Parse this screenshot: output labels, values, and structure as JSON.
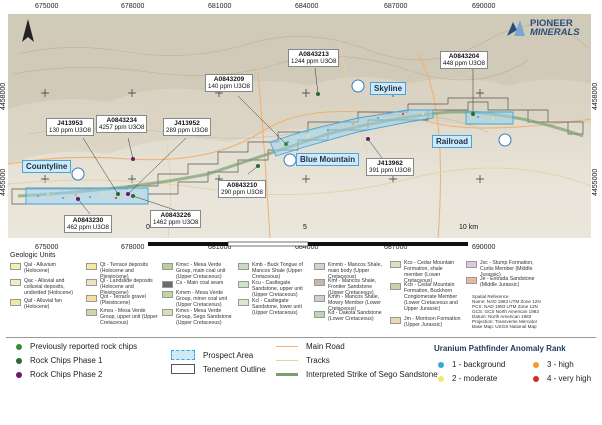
{
  "logo": {
    "line1": "PIONEER",
    "line2": "MINERALS"
  },
  "coordinates": {
    "top_x": [
      "675000",
      "678000",
      "681000",
      "684000",
      "687000",
      "690000"
    ],
    "bottom_x": [
      "675000",
      "678000",
      "681000",
      "684000",
      "687000",
      "690000"
    ],
    "left_y": [
      "4458000",
      "4455000"
    ],
    "right_y": [
      "4458000",
      "4455000"
    ]
  },
  "samples": [
    {
      "id": "J413953",
      "value": "130 ppm U3O8"
    },
    {
      "id": "A0843234",
      "value": "4257 ppm U3O8"
    },
    {
      "id": "J413952",
      "value": "289 ppm U3O8"
    },
    {
      "id": "A0843209",
      "value": "140 ppm U3O8"
    },
    {
      "id": "A0843213",
      "value": "1244 ppm U3O8"
    },
    {
      "id": "A0843204",
      "value": "448 ppm U3O8"
    },
    {
      "id": "A0843210",
      "value": "290 ppm U3O8"
    },
    {
      "id": "J413962",
      "value": "391 ppm U3O8"
    },
    {
      "id": "A0843230",
      "value": "462 ppm U3O8"
    },
    {
      "id": "A0843226",
      "value": "1462 ppm U3O8"
    }
  ],
  "places": [
    "Countyline",
    "Skyline",
    "Blue Mountain",
    "Railroad"
  ],
  "scale": {
    "start": "0",
    "mid": "5",
    "end": "10 km"
  },
  "geologic_units": {
    "title": "Geologic Units",
    "items": [
      {
        "label": "Qal - Alluvium (Holocene)",
        "color": "#f4efb0"
      },
      {
        "label": "Qac - Alluvial and colluvial deposits, undivided (Holocene)",
        "color": "#f6ecc4"
      },
      {
        "label": "Qaf - Alluvial fan (Holocene)",
        "color": "#f1e7a4"
      },
      {
        "label": "Qt - Terrace deposits (Holocene and Pleistocene)",
        "color": "#f8e9a0"
      },
      {
        "label": "Ql - Landslide deposits (Holocene and Pleistocene)",
        "color": "#efe2c0"
      },
      {
        "label": "Qot - Terrace gravel (Pleistocene)",
        "color": "#f3dfa0"
      },
      {
        "label": "Kmvu - Mesa Verde Group, upper unit (Upper Cretaceous)",
        "color": "#c9d9a8"
      },
      {
        "label": "Kmvc - Mesa Verde Group, main coal unit (Upper Cretaceous)",
        "color": "#b8cf98"
      },
      {
        "label": "Cs - Main coal seam",
        "color": "#6b6b6b"
      },
      {
        "label": "Kmvm - Mesa Verde Group, minor coal unit (Upper Cretaceous)",
        "color": "#c2d6a0"
      },
      {
        "label": "Kmvs - Mesa Verde Group, Sego Sandstone (Upper Cretaceous)",
        "color": "#d4e0b8"
      },
      {
        "label": "Kmb - Buck Tongue of Mancos Shale (Upper Cretaceous)",
        "color": "#c8dcc0"
      },
      {
        "label": "Kcu - Castlegate Sandstone, upper unit (Upper Cretaceous)",
        "color": "#cfe3c8"
      },
      {
        "label": "Kcl - Castlegate Sandstone, lower unit (Upper Cretaceous)",
        "color": "#d8e8d0"
      },
      {
        "label": "Kmmb - Mancos Shale, main body (Upper Cretaceous)",
        "color": "#dcd0c4"
      },
      {
        "label": "Kmf - Mancos Shale, Frontier Sandstone (Upper Cretaceous)",
        "color": "#c9b8a8"
      },
      {
        "label": "Kmm - Mancos Shale, Mowry Member (Lower Cretaceous)",
        "color": "#d6c8d4"
      },
      {
        "label": "Kd - Dakota Sandstone (Lower Cretaceous)",
        "color": "#b8d8b0"
      },
      {
        "label": "Kcs - Cedar Mountain Formation, shale member (Lower Cretaceous)",
        "color": "#d8e4c0"
      },
      {
        "label": "Kcb - Cedar Mountain Formation, Buckhorn Conglomerate Member (Lower Cretaceous and Upper Jurassic)",
        "color": "#c4d4a4"
      },
      {
        "label": "Jm - Morrison Formation (Upper Jurassic)",
        "color": "#e8d8b8"
      },
      {
        "label": "Jsc - Stump Formation, Curtis Member (Middle Jurassic)",
        "color": "#dccbe0"
      },
      {
        "label": "Je - Entrada Sandstone (Middle Jurassic)",
        "color": "#e6b8a0"
      }
    ]
  },
  "spatial_reference": [
    "Spatial Reference",
    "Name: NAD 1983 UTM Zone 12N",
    "PCS: NAD 1983 UTM Zone 12N",
    "GCS: GCS North American 1983",
    "Datum: North American 1983",
    "Projection: Transverse Mercator",
    "Base Map: USGS National Map"
  ],
  "legend": {
    "previous": "Previously reported rock chips",
    "phase1": "Rock Chips Phase 1",
    "phase2": "Rock Chips Phase 2",
    "prospect": "Prospect Area",
    "tenement": "Tenement Outline",
    "main_road": "Main Road",
    "tracks": "Tracks",
    "strike": "Interpreted Strike of Sego Sandstone",
    "rank_title": "Uranium Pathfinder Anomaly Rank",
    "ranks": [
      {
        "label": "1 - background",
        "color": "#3aa7d8"
      },
      {
        "label": "2 - moderate",
        "color": "#f2ea6a"
      },
      {
        "label": "3 - high",
        "color": "#f29a2e"
      },
      {
        "label": "4 - very high",
        "color": "#d42a2a"
      }
    ]
  },
  "colors": {
    "previous_dot": "#3a8a3a",
    "phase1_dot": "#2a6a2a",
    "phase2_dot": "#6a1a6a",
    "prospect": "#5bb6e6",
    "tenement": "#555555",
    "main_road": "#f0b070",
    "tracks": "#e6d0a6",
    "strike": "#7aa070"
  }
}
